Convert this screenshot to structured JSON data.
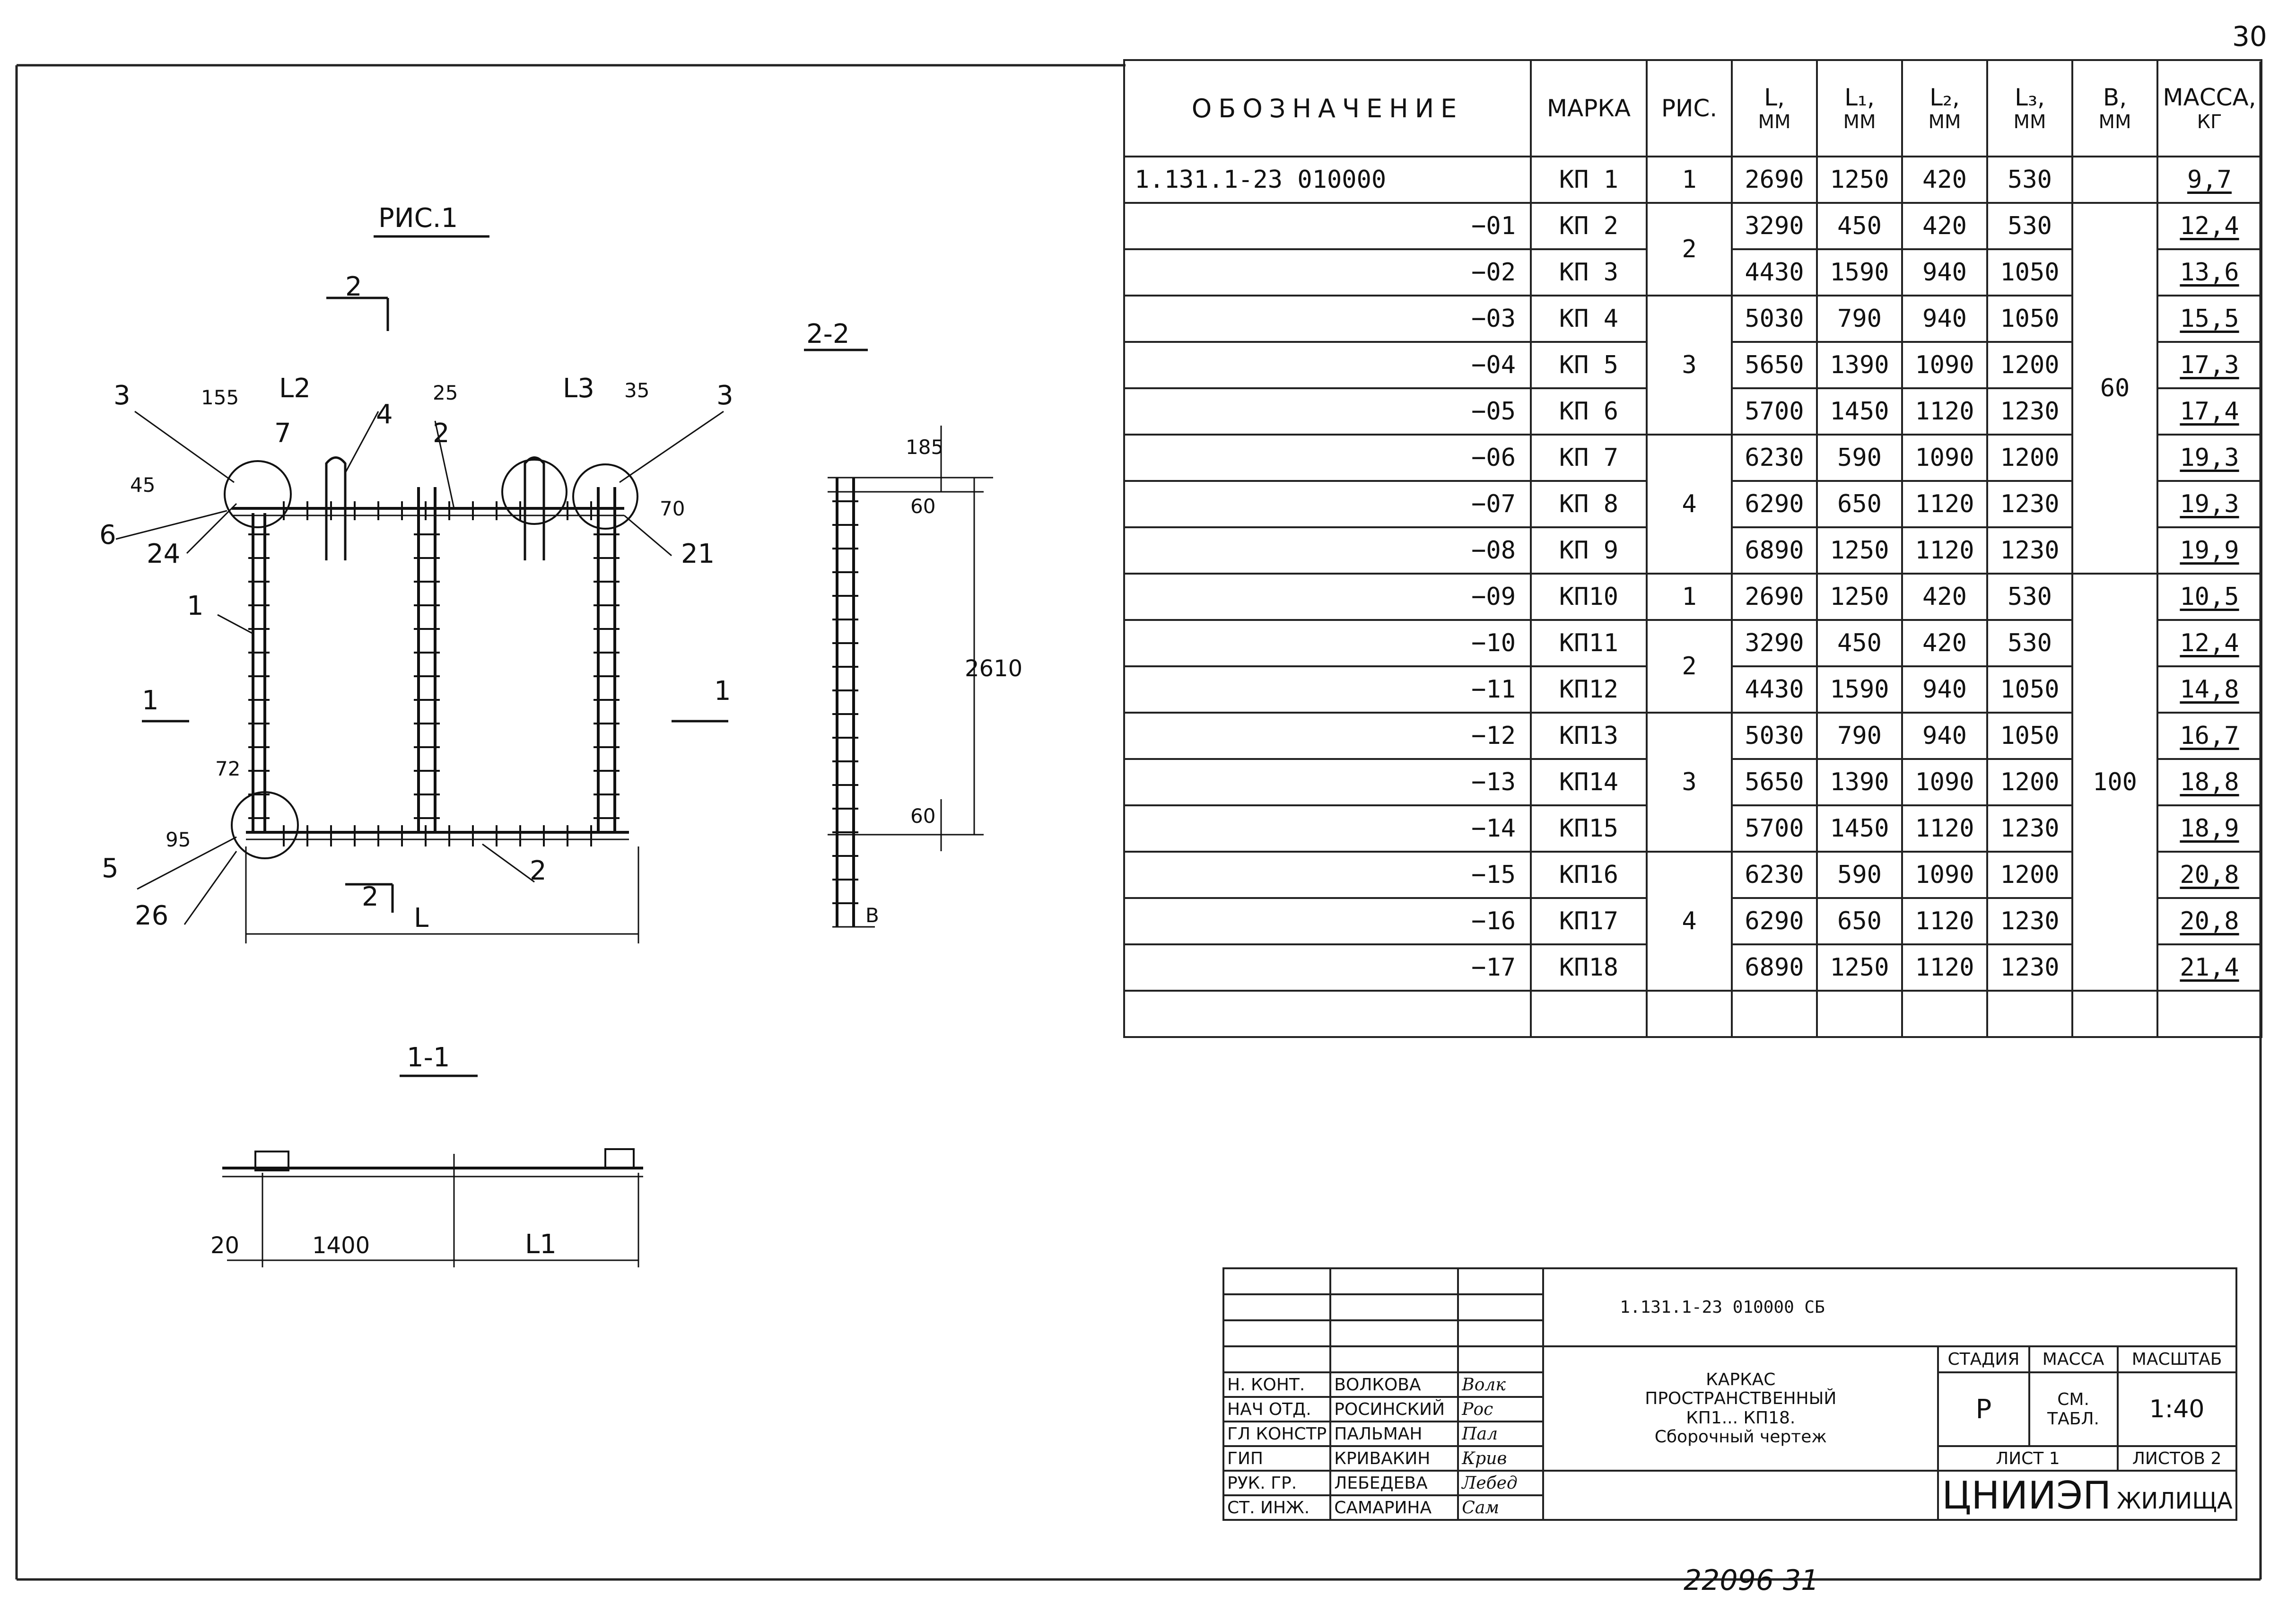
{
  "page": {
    "number": "30",
    "bottom_stamp": "22096 31"
  },
  "spec_table": {
    "headers": {
      "designation": "ОБОЗНАЧЕНИЕ",
      "mark": "МАРКА",
      "fig": "РИС.",
      "L": "L,",
      "L_unit": "ММ",
      "L1": "L₁,",
      "L1_unit": "ММ",
      "L2": "L₂,",
      "L2_unit": "ММ",
      "L3": "L₃,",
      "L3_unit": "ММ",
      "B": "В,",
      "B_unit": "ММ",
      "mass": "МАССА,",
      "mass_unit": "КГ"
    },
    "rows": [
      {
        "designation": "1.131.1-23    010000",
        "mark": "КП 1",
        "fig": "1",
        "L": "2690",
        "L1": "1250",
        "L2": "420",
        "L3": "530",
        "mass": "9,7"
      },
      {
        "designation": "−01",
        "mark": "КП 2",
        "fig": "2",
        "L": "3290",
        "L1": "450",
        "L2": "420",
        "L3": "530",
        "mass": "12,4"
      },
      {
        "designation": "−02",
        "mark": "КП 3",
        "fig": "",
        "L": "4430",
        "L1": "1590",
        "L2": "940",
        "L3": "1050",
        "mass": "13,6"
      },
      {
        "designation": "−03",
        "mark": "КП 4",
        "fig": "3",
        "L": "5030",
        "L1": "790",
        "L2": "940",
        "L3": "1050",
        "mass": "15,5"
      },
      {
        "designation": "−04",
        "mark": "КП 5",
        "fig": "",
        "L": "5650",
        "L1": "1390",
        "L2": "1090",
        "L3": "1200",
        "mass": "17,3"
      },
      {
        "designation": "−05",
        "mark": "КП 6",
        "fig": "",
        "L": "5700",
        "L1": "1450",
        "L2": "1120",
        "L3": "1230",
        "mass": "17,4"
      },
      {
        "designation": "−06",
        "mark": "КП 7",
        "fig": "4",
        "L": "6230",
        "L1": "590",
        "L2": "1090",
        "L3": "1200",
        "mass": "19,3"
      },
      {
        "designation": "−07",
        "mark": "КП 8",
        "fig": "",
        "L": "6290",
        "L1": "650",
        "L2": "1120",
        "L3": "1230",
        "mass": "19,3"
      },
      {
        "designation": "−08",
        "mark": "КП 9",
        "fig": "",
        "L": "6890",
        "L1": "1250",
        "L2": "1120",
        "L3": "1230",
        "mass": "19,9"
      },
      {
        "designation": "−09",
        "mark": "КП10",
        "fig": "1",
        "L": "2690",
        "L1": "1250",
        "L2": "420",
        "L3": "530",
        "mass": "10,5"
      },
      {
        "designation": "−10",
        "mark": "КП11",
        "fig": "2",
        "L": "3290",
        "L1": "450",
        "L2": "420",
        "L3": "530",
        "mass": "12,4"
      },
      {
        "designation": "−11",
        "mark": "КП12",
        "fig": "",
        "L": "4430",
        "L1": "1590",
        "L2": "940",
        "L3": "1050",
        "mass": "14,8"
      },
      {
        "designation": "−12",
        "mark": "КП13",
        "fig": "3",
        "L": "5030",
        "L1": "790",
        "L2": "940",
        "L3": "1050",
        "mass": "16,7"
      },
      {
        "designation": "−13",
        "mark": "КП14",
        "fig": "",
        "L": "5650",
        "L1": "1390",
        "L2": "1090",
        "L3": "1200",
        "mass": "18,8"
      },
      {
        "designation": "−14",
        "mark": "КП15",
        "fig": "",
        "L": "5700",
        "L1": "1450",
        "L2": "1120",
        "L3": "1230",
        "mass": "18,9"
      },
      {
        "designation": "−15",
        "mark": "КП16",
        "fig": "4",
        "L": "6230",
        "L1": "590",
        "L2": "1090",
        "L3": "1200",
        "mass": "20,8"
      },
      {
        "designation": "−16",
        "mark": "КП17",
        "fig": "",
        "L": "6290",
        "L1": "650",
        "L2": "1120",
        "L3": "1230",
        "mass": "20,8"
      },
      {
        "designation": "−17",
        "mark": "КП18",
        "fig": "",
        "L": "6890",
        "L1": "1250",
        "L2": "1120",
        "L3": "1230",
        "mass": "21,4"
      }
    ],
    "b_values": {
      "group1": "60",
      "group2": "100"
    }
  },
  "drawing": {
    "fig_title": "РИС.1",
    "section_2_2": "2-2",
    "section_1_1": "1-1",
    "cut_marks": {
      "top": "2",
      "bottom": "2",
      "left": "1",
      "right": "1"
    },
    "callouts": [
      "3",
      "7",
      "4",
      "2",
      "3",
      "6",
      "24",
      "21",
      "1",
      "5",
      "26",
      "2"
    ],
    "dims_plan": {
      "d155": "155",
      "L2": "L2",
      "d25": "25",
      "L3": "L3",
      "d35": "35",
      "d45": "45",
      "d70": "70",
      "d72": "72",
      "d95": "95",
      "L": "L"
    },
    "dims_2_2": {
      "d185": "185",
      "d60_top": "60",
      "d2610": "2610",
      "d60_bot": "60",
      "B": "B"
    },
    "dims_1_1": {
      "d20": "20",
      "d1400": "1400",
      "L1": "L1"
    }
  },
  "title_block": {
    "code": "1.131.1-23    010000  СБ",
    "title_lines": [
      "КАРКАС",
      "ПРОСТРАНСТВЕННЫЙ",
      "КП1... КП18.",
      "Сборочный  чертеж"
    ],
    "stage_label": "СТАДИЯ",
    "mass_label": "МАССА",
    "scale_label": "МАСШТАБ",
    "stage": "Р",
    "mass": "СМ. ТАБЛ.",
    "scale": "1:40",
    "sheet": "ЛИСТ 1",
    "sheets": "ЛИСТОВ 2",
    "org_main": "ЦНИИЭП",
    "org_sub": "ЖИЛИЩА",
    "staff": [
      {
        "role": "Н. КОНТ.",
        "name": "ВОЛКОВА",
        "sign": "Волк"
      },
      {
        "role": "НАЧ ОТД.",
        "name": "РОСИНСКИЙ",
        "sign": "Рос"
      },
      {
        "role": "ГЛ КОНСТР",
        "name": "ПАЛЬМАН",
        "sign": "Пал"
      },
      {
        "role": "ГИП",
        "name": "КРИВАКИН",
        "sign": "Крив"
      },
      {
        "role": "РУК. ГР.",
        "name": "ЛЕБЕДЕВА",
        "sign": "Лебед"
      },
      {
        "role": "СТ. ИНЖ.",
        "name": "САМАРИНА",
        "sign": "Сам"
      }
    ]
  },
  "colors": {
    "ink": "#111111",
    "paper": "#ffffff"
  }
}
